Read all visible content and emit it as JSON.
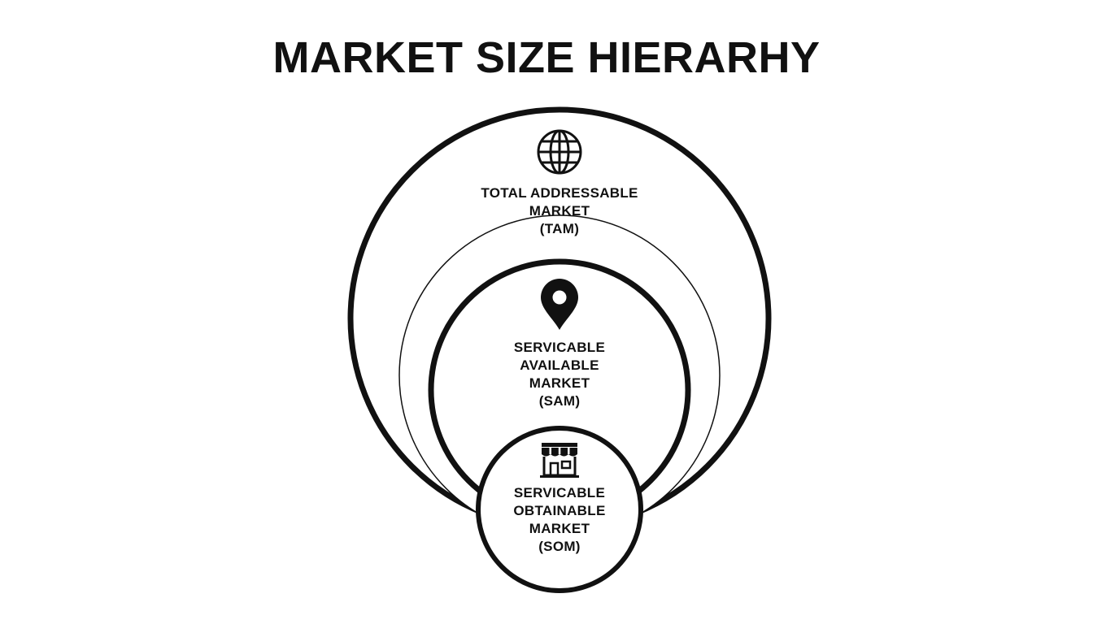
{
  "diagram": {
    "title": "MARKET SIZE HIERARHY",
    "colors": {
      "stroke": "#111111",
      "fill": "#ffffff"
    },
    "levels": {
      "tam": {
        "icon": "globe-icon",
        "lines": [
          "TOTAL ADDRESSABLE",
          "MARKET",
          "(TAM)"
        ]
      },
      "sam": {
        "icon": "map-pin-icon",
        "lines": [
          "SERVICABLE",
          "AVAILABLE",
          "MARKET",
          "(SAM)"
        ]
      },
      "som": {
        "icon": "storefront-icon",
        "lines": [
          "SERVICABLE",
          "OBTAINABLE",
          "MARKET",
          "(SOM)"
        ]
      }
    }
  }
}
